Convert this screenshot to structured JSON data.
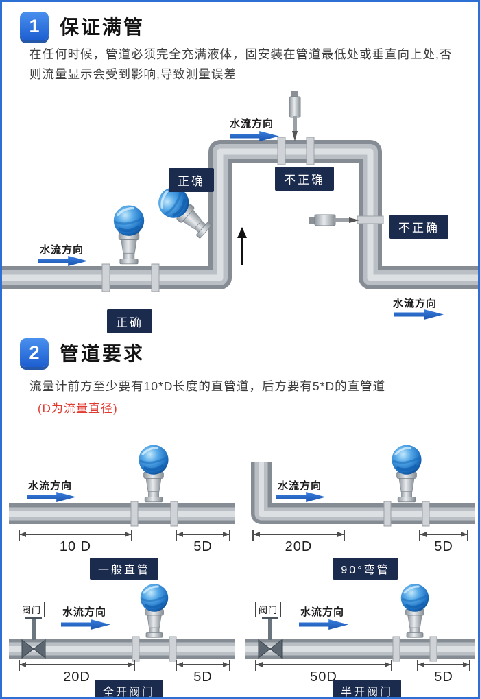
{
  "theme": {
    "accent_blue": "#1c5ed0",
    "badge_navy": "#1b2b4d",
    "note_red": "#e03a31",
    "pipe_gray": "#858c93",
    "arrow_blue": "#2a66c8"
  },
  "section1": {
    "number": "1",
    "title": "保证满管",
    "description": "在任何时候，管道必须完全充满液体，固安装在管道最低处或垂直向上处,否则流量显示会受到影响,导致测量误差",
    "diagram": {
      "flow_label_top": "水流方向",
      "flow_label_left": "水流方向",
      "flow_label_right": "水流方向",
      "badge_correct_riser": "正确",
      "badge_incorrect_top": "不正确",
      "badge_incorrect_side": "不正确",
      "badge_correct_bottom": "正确"
    }
  },
  "section2": {
    "number": "2",
    "title": "管道要求",
    "description": "流量计前方至少要有10*D长度的直管道，后方要有5*D的直管道",
    "note": "(D为流量直径)",
    "diagrams": [
      {
        "label": "一般直管",
        "flow": "水流方向",
        "upstream": "10 D",
        "downstream": "5D"
      },
      {
        "label": "90°弯管",
        "flow": "水流方向",
        "upstream": "20D",
        "downstream": "5D"
      },
      {
        "label": "全开阀门",
        "flow": "水流方向",
        "upstream": "20D",
        "downstream": "5D",
        "valve": "阀门"
      },
      {
        "label": "半开阀门",
        "flow": "水流方向",
        "upstream": "50D",
        "downstream": "5D",
        "valve": "阀门"
      }
    ]
  }
}
